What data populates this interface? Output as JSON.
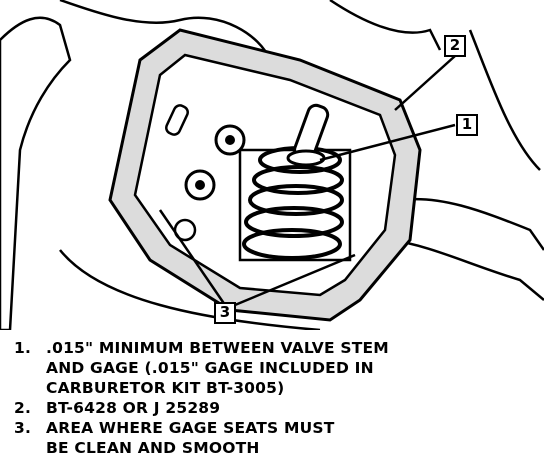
{
  "callouts": {
    "one": "1",
    "two": "2",
    "three": "3"
  },
  "legend": [
    {
      "number": "1.",
      "lines": [
        ".015\" MINIMUM BETWEEN VALVE STEM",
        "AND GAGE (.015\"  GAGE INCLUDED IN",
        "CARBURETOR KIT BT-3005)"
      ]
    },
    {
      "number": "2.",
      "lines": [
        "BT-6428 OR J 25289"
      ]
    },
    {
      "number": "3.",
      "lines": [
        "AREA WHERE GAGE SEATS MUST",
        "BE CLEAN AND SMOOTH"
      ]
    }
  ]
}
